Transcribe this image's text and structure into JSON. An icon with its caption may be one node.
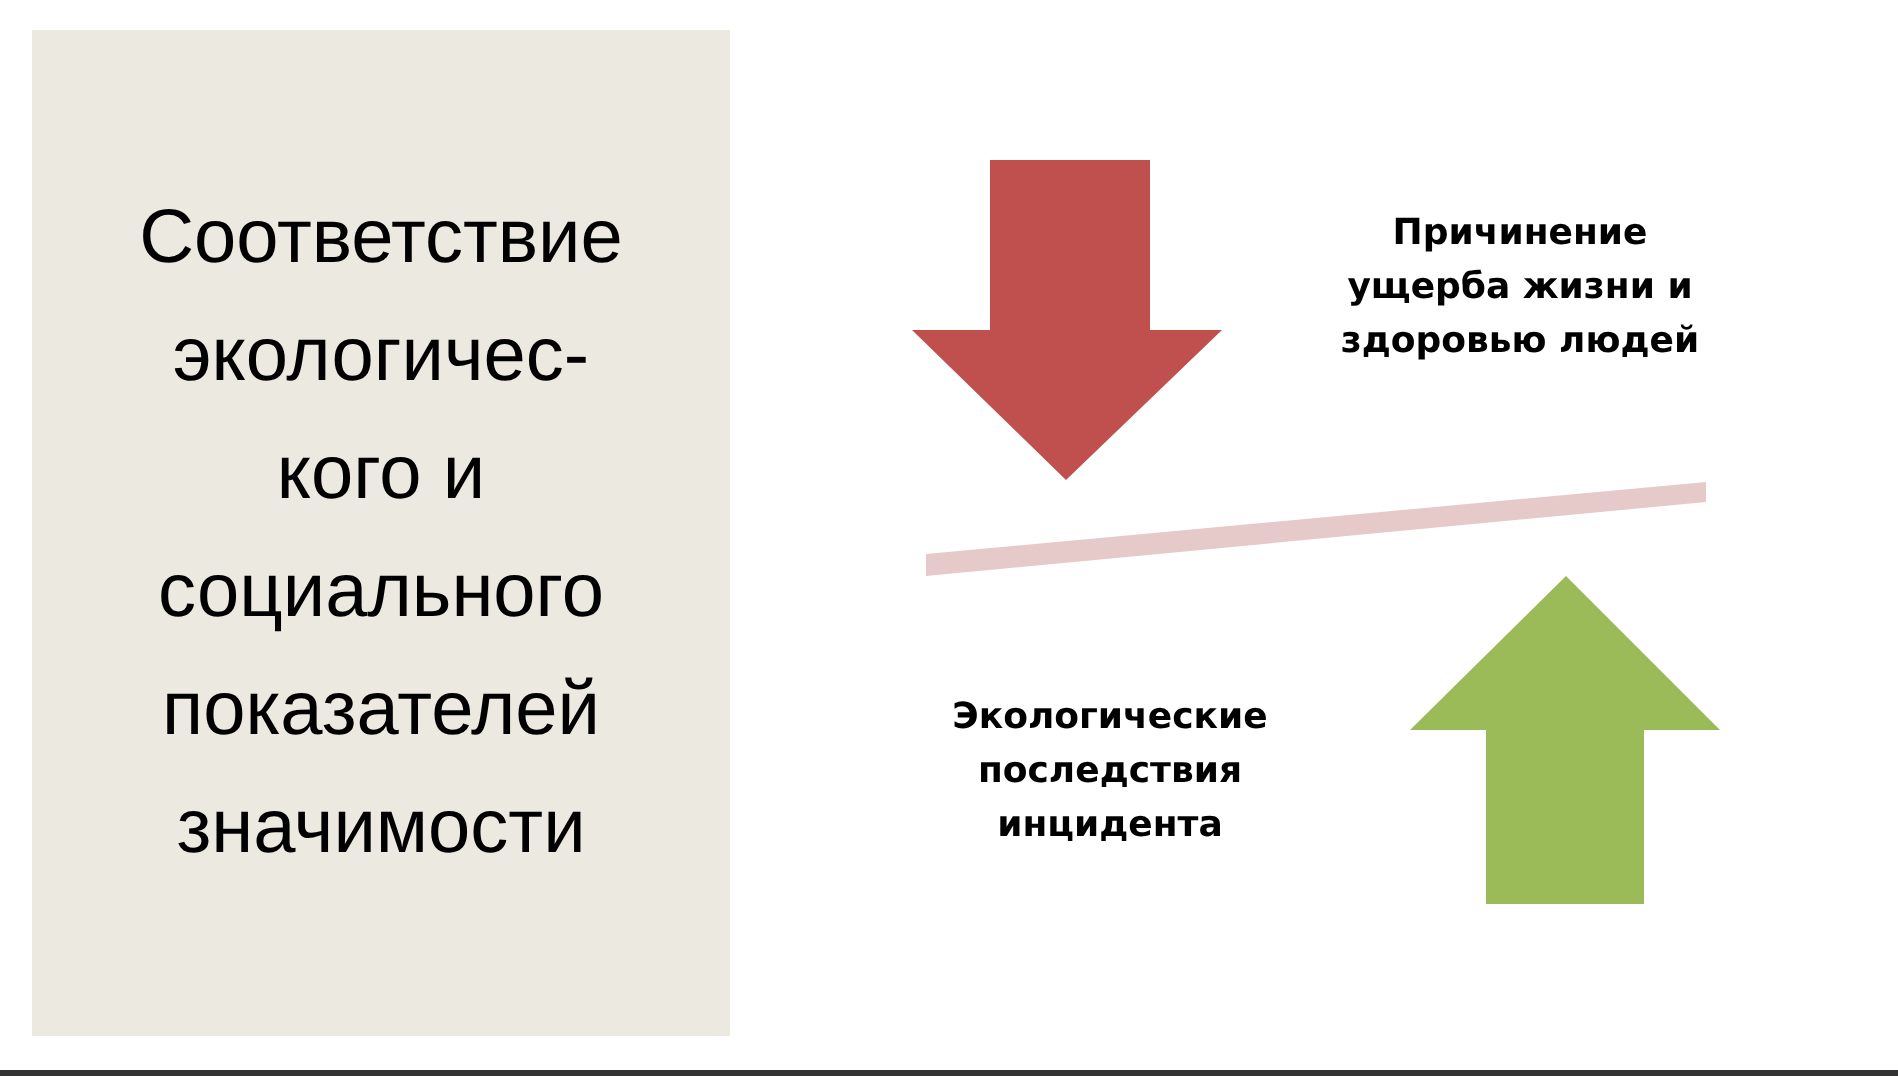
{
  "diagram": {
    "nodes": [
      {
        "text": [
          "Соответствие экологичес-кого и социального показателей значимости"
        ]
      },
      {
        "text": [],
        "shape": "bar"
      }
    ],
    "labels": [
      "Причинение ущерба жизни и здоровью людей",
      "Экологические последствия инцидента"
    ]
  }
}
